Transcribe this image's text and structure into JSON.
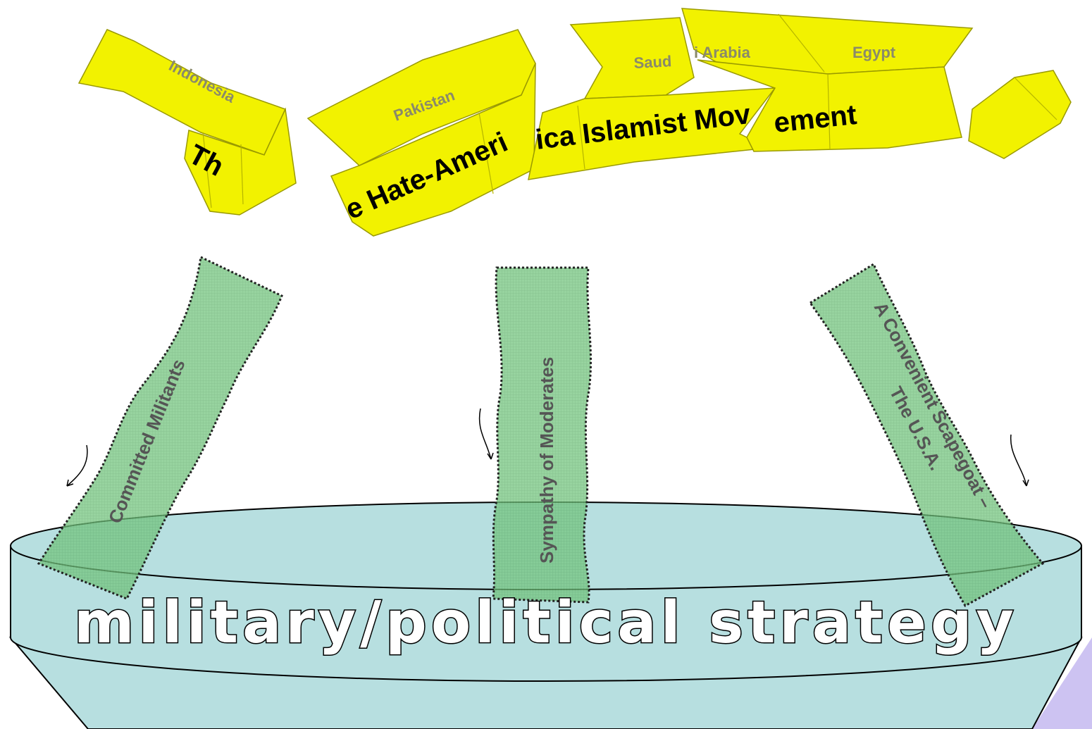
{
  "band": {
    "title_fragments": [
      "Th",
      "e Hate-Ameri",
      "ica Islamist Mov",
      "ement"
    ],
    "countries": [
      "Indonesia",
      "Pakistan",
      "Saud",
      "i Arabia",
      "Egypt"
    ]
  },
  "strips": [
    {
      "label": "Committed Militants"
    },
    {
      "label": "Sympathy of Moderates"
    },
    {
      "label_line1": "A Convenient Scapegoat –",
      "label_line2": "The U.S.A."
    }
  ],
  "bowl": {
    "label": "military/political strategy"
  },
  "colors": {
    "band_fill": "#f2f200",
    "band_edge": "#a6a600",
    "strip_fill": "#6fc07a",
    "bowl_fill": "#b7dfe0",
    "side_panel": "#cdc3f2"
  }
}
